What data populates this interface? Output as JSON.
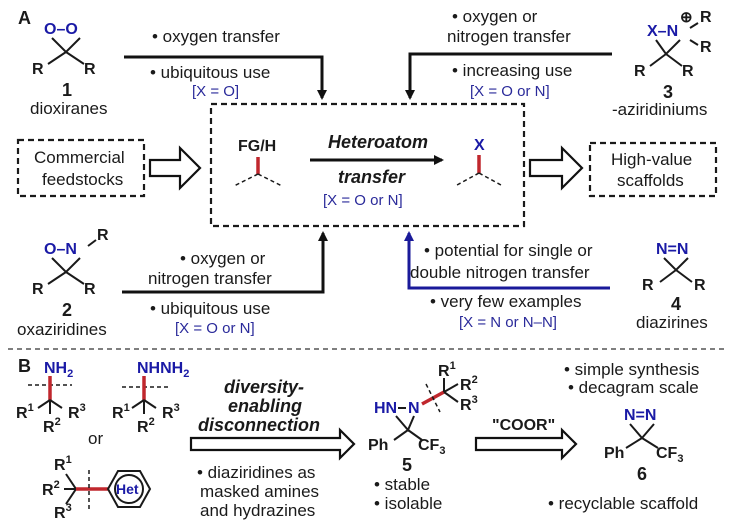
{
  "panel_a": {
    "label": "A",
    "compounds": [
      {
        "number": "1",
        "name": "dioxiranes",
        "ring": "O–O",
        "substituents": [
          "R",
          "R"
        ]
      },
      {
        "number": "2",
        "name": "oxaziridines",
        "ring": "O–N",
        "n_substituent": "R",
        "substituents": [
          "R",
          "R"
        ]
      },
      {
        "number": "3",
        "name": "-aziridiniums",
        "ring": "X–N",
        "charge": "⊕",
        "n_substituents": [
          "R",
          "R"
        ],
        "substituents": [
          "R",
          "R"
        ]
      },
      {
        "number": "4",
        "name": "diazirines",
        "ring": "N=N",
        "substituents": [
          "R",
          "R"
        ]
      }
    ],
    "routes": {
      "dioxiranes": {
        "top": "• oxygen transfer",
        "bottom": "• ubiquitous use",
        "x_value": "[X = O]"
      },
      "aziridiniums": {
        "top1": "• oxygen or",
        "top2": "nitrogen transfer",
        "bottom": "• increasing use",
        "x_value": "[X = O or N]"
      },
      "oxaziridines": {
        "top1": "• oxygen or",
        "top2": "nitrogen transfer",
        "bottom": "• ubiquitous use",
        "x_value": "[X = O or N]"
      },
      "diazirines": {
        "top1": "• potential for single or",
        "top2": "double nitrogen transfer",
        "bottom": "• very few examples",
        "x_value": "[X = N or N–N]"
      }
    },
    "flow": {
      "start_line1": "Commercial",
      "start_line2": "feedstocks",
      "end_line1": "High-value",
      "end_line2": "scaffolds",
      "reactant_label": "FG/H",
      "product_label": "X",
      "transform_line1": "Heteroatom",
      "transform_line2": "transfer",
      "transform_x_value": "[X = O or N]"
    }
  },
  "panel_b": {
    "label": "B",
    "amine_group": "NH",
    "amine_sub": "2",
    "hydrazine_group": "NHNH",
    "hydrazine_sub": "2",
    "r1": "R",
    "r1_sup": "1",
    "r2": "R",
    "r2_sup": "2",
    "r3": "R",
    "r3_sup": "3",
    "or_text": "or",
    "het_label": "Het",
    "disconnection_line1": "diversity-",
    "disconnection_line2": "enabling",
    "disconnection_line3": "disconnection",
    "note_line1": "• diaziridines as",
    "note_line2": "masked amines",
    "note_line3": "and hydrazines",
    "compound5": {
      "number": "5",
      "ring_left": "HN",
      "ring_right": "N",
      "ph": "Ph",
      "cf3": "CF",
      "cf3_sub": "3",
      "bullets": [
        "• stable",
        "• isolable"
      ]
    },
    "reagent": "\"COOR\"",
    "compound6": {
      "number": "6",
      "ring": "N=N",
      "ph": "Ph",
      "cf3": "CF",
      "cf3_sub": "3"
    },
    "compound6_top_bullets": [
      "• simple synthesis",
      "• decagram scale"
    ],
    "compound6_bottom_bullet": "• recyclable scaffold"
  }
}
